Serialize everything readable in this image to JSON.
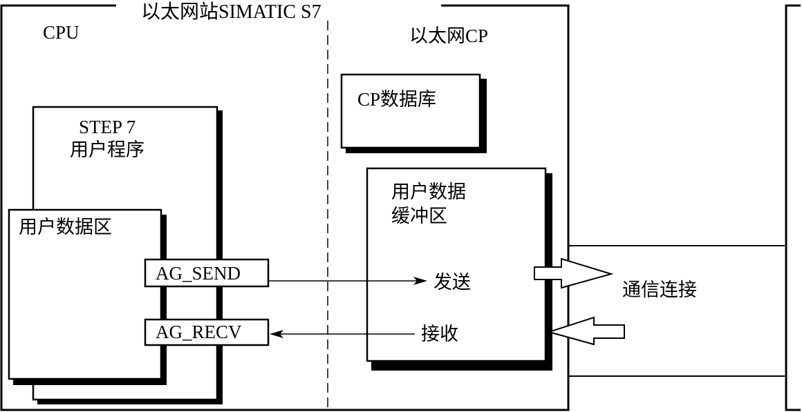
{
  "station": {
    "title": "以太网站SIMATIC S7",
    "cpu_label": "CPU",
    "cp_label": "以太网CP"
  },
  "cpu": {
    "program_line1": "STEP 7",
    "program_line2": "用户程序",
    "user_data_area": "用户数据区",
    "send_block": "AG_SEND",
    "recv_block": "AG_RECV"
  },
  "cp": {
    "database": "CP数据库",
    "buffer_line1": "用户数据",
    "buffer_line2": "缓冲区",
    "send_label": "发送",
    "recv_label": "接收"
  },
  "connection": {
    "label": "通信连接"
  }
}
